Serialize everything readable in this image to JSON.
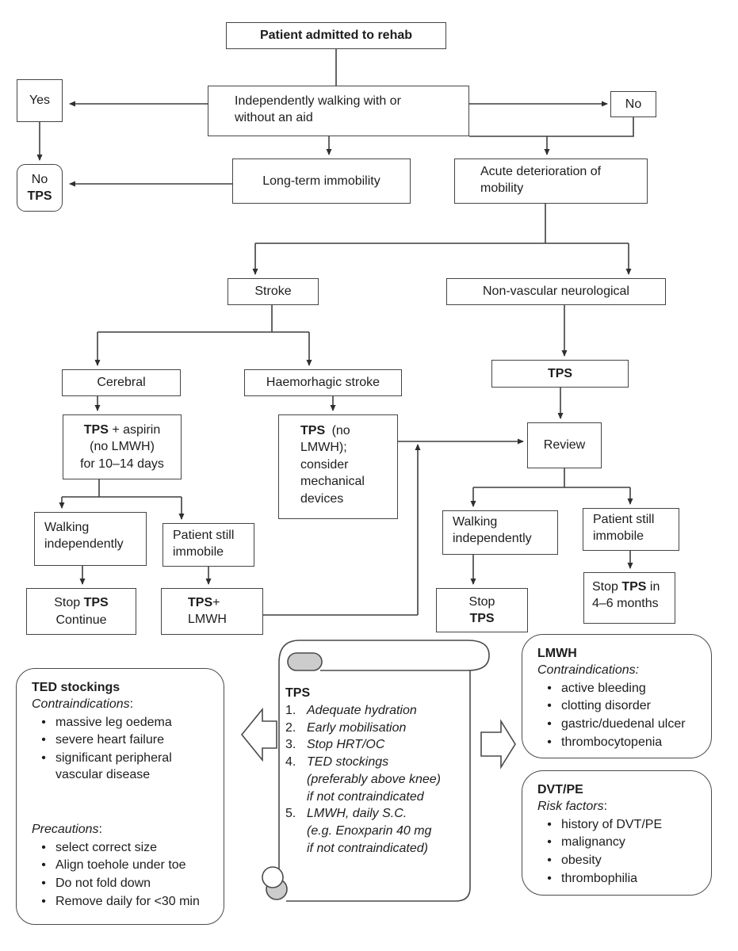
{
  "colors": {
    "line": "#3f3f3f",
    "box_border": "#454545",
    "curl_fill": "#cccccc"
  },
  "nodes": {
    "admitted": {
      "text": "Patient admitted to rehab"
    },
    "walking": {
      "line1": "Independently walking with or",
      "line2": "without an aid"
    },
    "yes": {
      "text": "Yes"
    },
    "no": {
      "text": "No"
    },
    "no_tps": {
      "line1": "No",
      "line2": "TPS"
    },
    "longterm": {
      "text": "Long-term immobility"
    },
    "acute": {
      "line1": "Acute deterioration of",
      "line2": "mobility"
    },
    "stroke": {
      "text": "Stroke"
    },
    "nonvascular": {
      "text": "Non-vascular neurological"
    },
    "cerebral": {
      "text": "Cerebral"
    },
    "haemorhagic": {
      "text": "Haemorhagic stroke"
    },
    "tps": {
      "text": "TPS"
    },
    "tps_aspirin": {
      "bold": "TPS",
      "rest1": " + aspirin",
      "line2": "(no LMWH)",
      "line3": "for 10–14 days"
    },
    "tps_no_lmwh": {
      "bold": "TPS",
      "rest1": " (no",
      "line2": "LMWH);",
      "line3": "consider",
      "line4": "mechanical",
      "line5": "devices"
    },
    "review": {
      "text": "Review"
    },
    "walking_ind_left": {
      "line1": "Walking",
      "line2": "independently"
    },
    "still_immobile_left": {
      "line1": "Patient still",
      "line2": "immobile"
    },
    "stop_tps_continue": {
      "pre": "Stop ",
      "bold": "TPS",
      "line2": "Continue"
    },
    "tps_lmwh": {
      "bold": "TPS",
      "rest": "+",
      "line2": "LMWH"
    },
    "walking_ind_right": {
      "line1": "Walking",
      "line2": "independently"
    },
    "still_immobile_right": {
      "line1": "Patient still",
      "line2": "immobile"
    },
    "stop_tps": {
      "line1": "Stop",
      "bold": "TPS"
    },
    "stop_tps_months": {
      "pre": "Stop ",
      "bold": "TPS",
      "post": " in",
      "line2": "4–6 months"
    }
  },
  "info": {
    "ted": {
      "title": "TED stockings",
      "subtitle1": "Contraindications",
      "colon1": ":",
      "bullets1": [
        "massive leg oedema",
        "severe heart failure",
        "significant peripheral vascular disease"
      ],
      "subtitle2": "Precautions",
      "colon2": ":",
      "bullets2": [
        "select correct size",
        "Align toehole under toe",
        "Do not fold down",
        "Remove daily for <30 min"
      ]
    },
    "tps_scroll": {
      "title": "TPS",
      "items": [
        {
          "num": "1.",
          "lines": [
            "Adequate hydration"
          ]
        },
        {
          "num": "2.",
          "lines": [
            "Early mobilisation"
          ]
        },
        {
          "num": "3.",
          "lines": [
            "Stop HRT/OC"
          ]
        },
        {
          "num": "4.",
          "lines": [
            "TED stockings",
            "(preferably above knee)",
            "if not contraindicated"
          ]
        },
        {
          "num": "5.",
          "lines": [
            "LMWH, daily S.C.",
            "(e.g. Enoxparin 40 mg",
            "if not contraindicated)"
          ]
        }
      ]
    },
    "lmwh": {
      "title": "LMWH",
      "subtitle": "Contraindications:",
      "bullets": [
        "active bleeding",
        "clotting disorder",
        "gastric/duedenal ulcer",
        "thrombocytopenia"
      ]
    },
    "dvtpe": {
      "title": "DVT/PE",
      "subtitle": "Risk factors",
      "colon": ":",
      "bullets": [
        "history of DVT/PE",
        "malignancy",
        "obesity",
        "thrombophilia"
      ]
    }
  }
}
